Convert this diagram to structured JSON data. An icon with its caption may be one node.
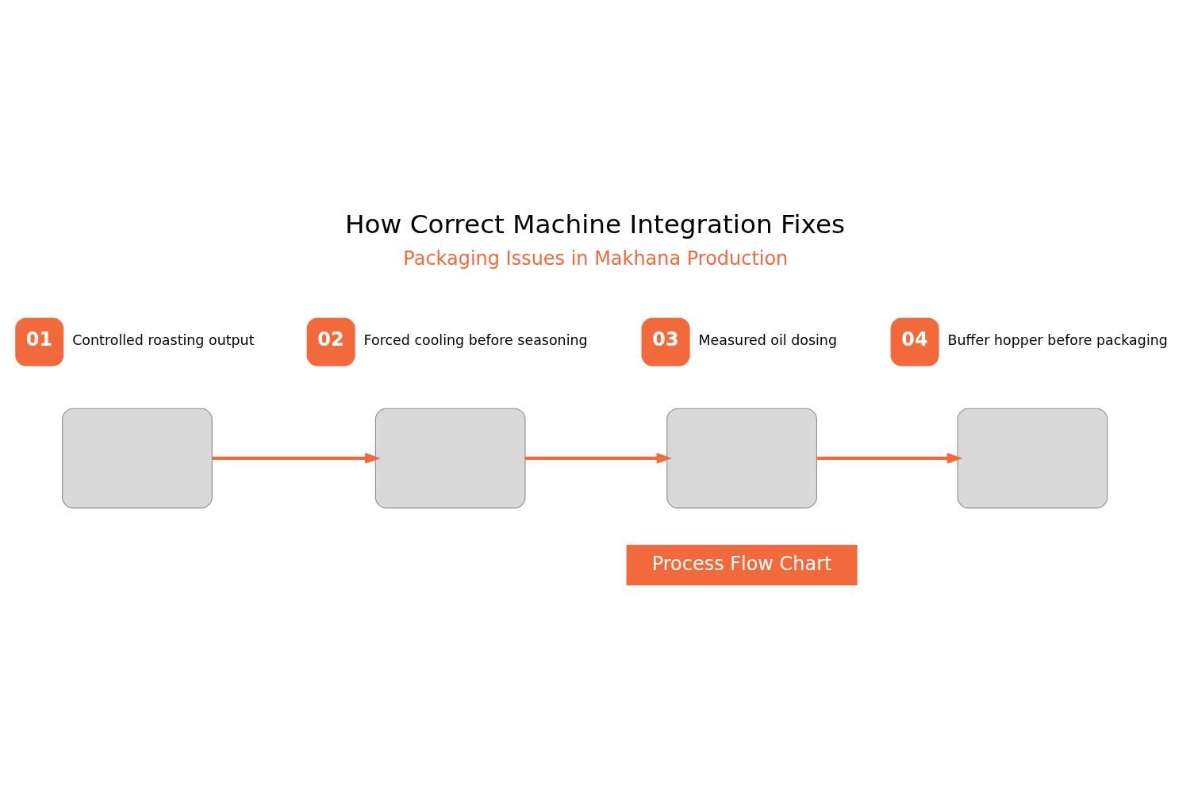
{
  "diagram": {
    "title": "How Correct Machine Integration Fixes",
    "nodes": [
      {
        "text": [
          "01"
        ],
        "beside": [
          "Controlled roasting output"
        ]
      },
      {
        "text": [
          "02"
        ],
        "beside": [
          "Forced cooling before seasoning"
        ]
      },
      {
        "text": [
          "03"
        ],
        "beside": [
          "Measured oil dosing"
        ]
      },
      {
        "text": [
          "04"
        ],
        "beside": [
          "Buffer hopper before packaging"
        ]
      },
      {
        "text": [],
        "shape": "box"
      },
      {
        "text": [],
        "shape": "box"
      },
      {
        "text": [],
        "shape": "box"
      },
      {
        "text": [],
        "shape": "box"
      },
      {
        "text": [
          "Process Flow Chart"
        ]
      }
    ],
    "edges": [
      {
        "from": 4,
        "to": 5,
        "arrow": "to"
      },
      {
        "from": 5,
        "to": 6,
        "arrow": "to"
      },
      {
        "from": 6,
        "to": 7,
        "arrow": "to"
      }
    ],
    "labels": [
      "Packaging Issues in Makhana Production"
    ]
  }
}
